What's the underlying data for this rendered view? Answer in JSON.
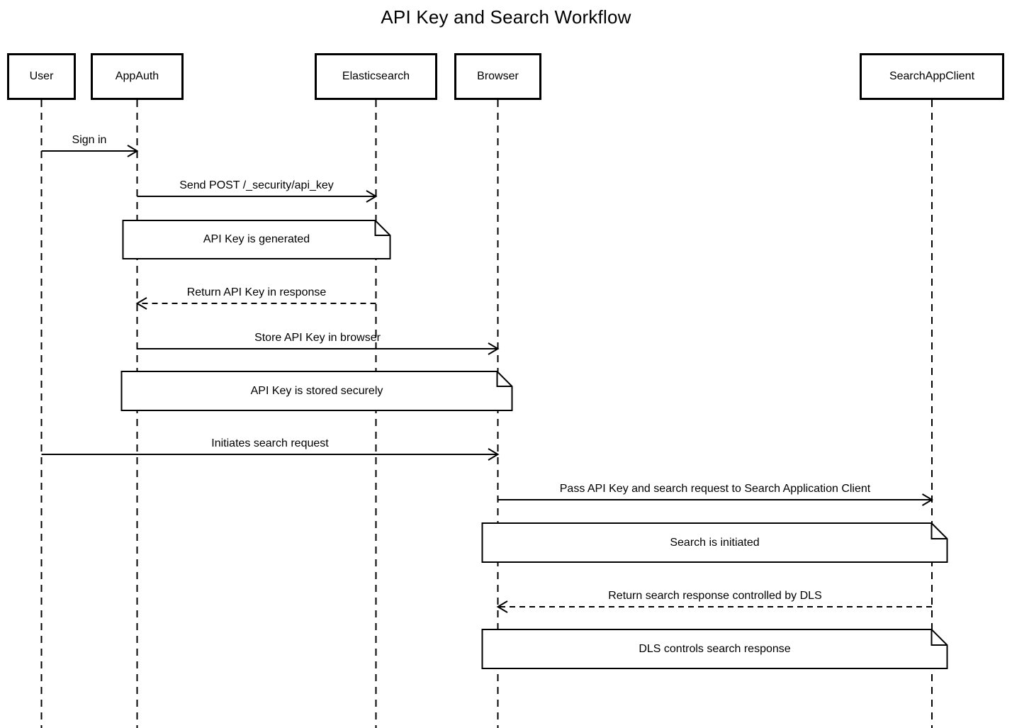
{
  "title": "API Key and Search Workflow",
  "colors": {
    "line": "#000000",
    "background": "#ffffff",
    "note_fill": "#ffffff"
  },
  "participants": [
    {
      "label": "User"
    },
    {
      "label": "AppAuth"
    },
    {
      "label": "Elasticsearch"
    },
    {
      "label": "Browser"
    },
    {
      "label": "SearchAppClient"
    }
  ],
  "messages": [
    {
      "label": "Sign in",
      "from": "User",
      "to": "AppAuth",
      "line_style": "solid"
    },
    {
      "label": "Send POST /_security/api_key",
      "from": "AppAuth",
      "to": "Elasticsearch",
      "line_style": "solid"
    },
    {
      "label": "Return API Key in response",
      "from": "Elasticsearch",
      "to": "AppAuth",
      "line_style": "dashed"
    },
    {
      "label": "Store API Key in browser",
      "from": "AppAuth",
      "to": "Browser",
      "line_style": "solid"
    },
    {
      "label": "Initiates search request",
      "from": "User",
      "to": "Browser",
      "line_style": "solid"
    },
    {
      "label": "Pass API Key and search request to Search Application Client",
      "from": "Browser",
      "to": "SearchAppClient",
      "line_style": "solid"
    },
    {
      "label": "Return search response controlled by DLS",
      "from": "SearchAppClient",
      "to": "Browser",
      "line_style": "dashed"
    }
  ],
  "notes": [
    {
      "label": "API Key is generated",
      "over": "AppAuth, Elasticsearch"
    },
    {
      "label": "API Key is stored securely",
      "over": "AppAuth, Browser"
    },
    {
      "label": "Search is initiated",
      "over": "Browser, SearchAppClient"
    },
    {
      "label": "DLS controls search response",
      "over": "Browser, SearchAppClient"
    }
  ]
}
